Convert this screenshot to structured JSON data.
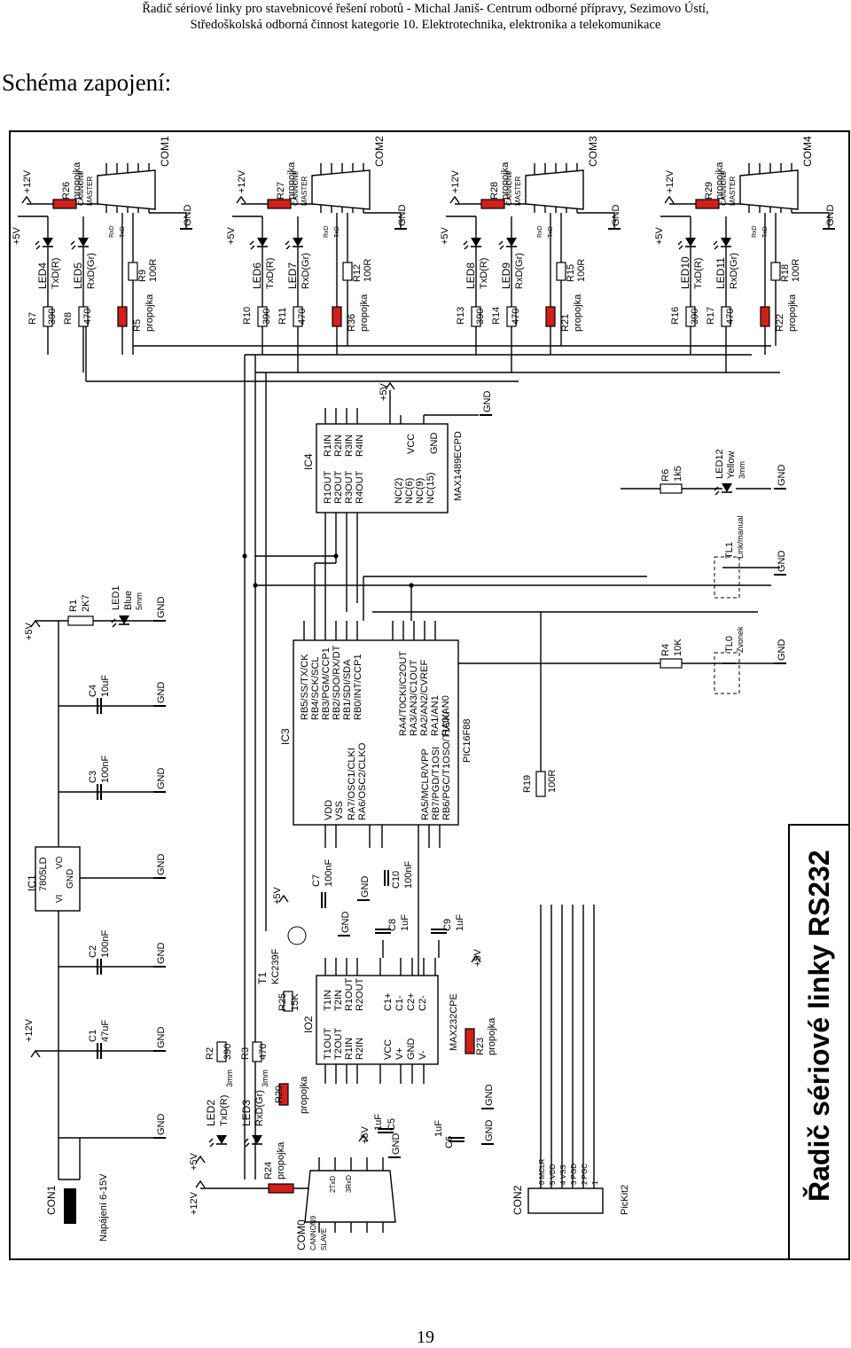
{
  "header": {
    "line1": "Řadič sériové linky pro stavebnicové řešení robotů - Michal Janiš- Centrum odborné přípravy, Sezimovo Ústí,",
    "line2": "Středoškolská odborná činnost kategorie 10. Elektrotechnika, elektronika a telekomunikace"
  },
  "section_title": "Schéma zapojení:",
  "page_number": "19",
  "schematic": {
    "title_block": "Řadič sériové linky RS232",
    "ic3": {
      "name": "IC3",
      "part": "PIC16F88",
      "pins_a": [
        "RB5/SS/TX/CK",
        "RB4/SCK/SCL",
        "RB3/PGM/CCP1",
        "RB2/SDO/RX/DT",
        "RB1/SDI/SDA",
        "RB0/INT/CCP1"
      ],
      "pins_b": [
        "RA4/T0CKI/C2OUT",
        "RA3/AN3/C1OUT",
        "RA2/AN2/CVREF",
        "RA1/AN1",
        "RA0/AN0"
      ],
      "pins_c": [
        "VDD",
        "VSS",
        "RA7/OSC1/CLKI",
        "RA6/OSC2/CLKO",
        "RA5/MCLR/VPP",
        "RB7/PGD/T1OSI",
        "RB6/PGC/T1OSO/T1CKI"
      ]
    },
    "ic4": {
      "name": "IC4",
      "part": "MAX1489ECPD",
      "pins_a": [
        "R1OUT",
        "R2OUT",
        "R3OUT",
        "R4OUT"
      ],
      "pins_b": [
        "R1IN",
        "R2IN",
        "R3IN",
        "R4IN"
      ],
      "pins_c": [
        "NC(2)",
        "NC(6)",
        "NC(9)",
        "NC(15)"
      ],
      "pins_d": [
        "VCC",
        "GND"
      ]
    },
    "ic2": {
      "name": "IO2",
      "part": "MAX232CPE",
      "pins_a": [
        "T1OUT",
        "T2OUT",
        "R1IN",
        "R2IN"
      ],
      "pins_b": [
        "T1IN",
        "T2IN",
        "R1OUT",
        "R2OUT"
      ],
      "pins_c": [
        "VCC",
        "V+",
        "GND",
        "V-"
      ],
      "pins_d": [
        "C1+",
        "C1-",
        "C2+",
        "C2-"
      ]
    },
    "ic1": {
      "name": "IC1",
      "part": "7805LD",
      "vi": "VI",
      "vo": "VO",
      "gnd": "GND"
    },
    "com_ports": [
      {
        "name": "COM1",
        "led_a": "LED4",
        "led_a_lbl": "TxD(R)",
        "led_b": "LED5",
        "led_b_lbl": "RxD(Gr)",
        "ra": "R7",
        "ra_val": "390",
        "rb": "R8",
        "rb_val": "470",
        "rc": "R9",
        "rc_val": "100R",
        "rd": "R5",
        "rd_val": "propojka",
        "rtop": "R26",
        "rtop_val": "propojka"
      },
      {
        "name": "COM2",
        "led_a": "LED6",
        "led_a_lbl": "TxD(R)",
        "led_b": "LED7",
        "led_b_lbl": "RxD(Gr)",
        "ra": "R10",
        "ra_val": "390",
        "rb": "R11",
        "rb_val": "470",
        "rc": "R12",
        "rc_val": "100R",
        "rd": "R36",
        "rd_val": "propojka",
        "rtop": "R27",
        "rtop_val": "propojka"
      },
      {
        "name": "COM3",
        "led_a": "LED8",
        "led_a_lbl": "TxD(R)",
        "led_b": "LED9",
        "led_b_lbl": "RxD(Gr)",
        "ra": "R13",
        "ra_val": "390",
        "rb": "R14",
        "rb_val": "470",
        "rc": "R15",
        "rc_val": "100R",
        "rd": "R21",
        "rd_val": "propojka",
        "rtop": "R28",
        "rtop_val": "propojka"
      },
      {
        "name": "COM4",
        "led_a": "LED10",
        "led_a_lbl": "TxD(R)",
        "led_b": "LED11",
        "led_b_lbl": "RxD(Gr)",
        "ra": "R16",
        "ra_val": "390",
        "rb": "R17",
        "rb_val": "470",
        "rc": "R18",
        "rc_val": "100R",
        "rd": "R22",
        "rd_val": "propojka",
        "rtop": "R29",
        "rtop_val": "propojka"
      }
    ],
    "connector_text": {
      "cannon": "CANNON9",
      "master": "MASTER",
      "slave": "SLAVE",
      "rxd": "RxD",
      "txd": "TxD"
    },
    "com0": {
      "name": "COM0",
      "cannon": "CANNON9",
      "slave": "SLAVE",
      "txd": "2TxD",
      "rxd": "3RxD"
    },
    "con1": {
      "name": "CON1",
      "label": "Napájení 6-15V"
    },
    "con2": {
      "name": "CON2",
      "label": "PicKit2",
      "pins": [
        "6 MCLR",
        "5 VDD",
        "4 VSS",
        "3 PGD",
        "2 PGC",
        "1"
      ]
    },
    "parts": {
      "r1": "R1",
      "r1_val": "2K7",
      "led1": "LED1",
      "led1_color": "Blue",
      "led1_size": "5mm",
      "c4": "C4",
      "c4_val": "10uF",
      "c3": "C3",
      "c3_val": "100nF",
      "c2": "C2",
      "c2_val": "100nF",
      "c1": "C1",
      "c1_val": "47uF",
      "c7": "C7",
      "c7_val": "100nF",
      "c10": "C10",
      "c10_val": "100nF",
      "c8": "C8",
      "c8_val": "1uF",
      "c9": "C9",
      "c9_val": "1uF",
      "c5": "C5",
      "c5_val": "1uF",
      "c6": "C6",
      "c6_val": "1uF",
      "r2": "R2",
      "r2_val": "390",
      "r3": "R3",
      "r3_val": "470",
      "r20": "R20",
      "r20_val": "propojka",
      "r24": "R24",
      "r24_val": "propojka",
      "r25": "R25",
      "r25_val": "15K",
      "t1": "T1",
      "t1_part": "KC239F",
      "r23": "R23",
      "r23_val": "propojka",
      "r19": "R19",
      "r19_val": "100R",
      "r4": "R4",
      "r4_val": "10K",
      "r6": "R6",
      "r6_val": "1k5",
      "led12": "LED12",
      "led12_color": "Yellow",
      "led12_size": "3mm",
      "tl1": "TL1",
      "tl1_lbl": "Link/manual",
      "tl0": "TL0",
      "tl0_lbl": "Zvonek",
      "led2": "LED2",
      "led2_lbl": "TxD(R)",
      "led3": "LED3",
      "led3_lbl": "RxD(Gr)",
      "led_size": "3mm"
    },
    "power": {
      "p5": "+5V",
      "p12": "+12V",
      "gnd": "GND"
    }
  }
}
